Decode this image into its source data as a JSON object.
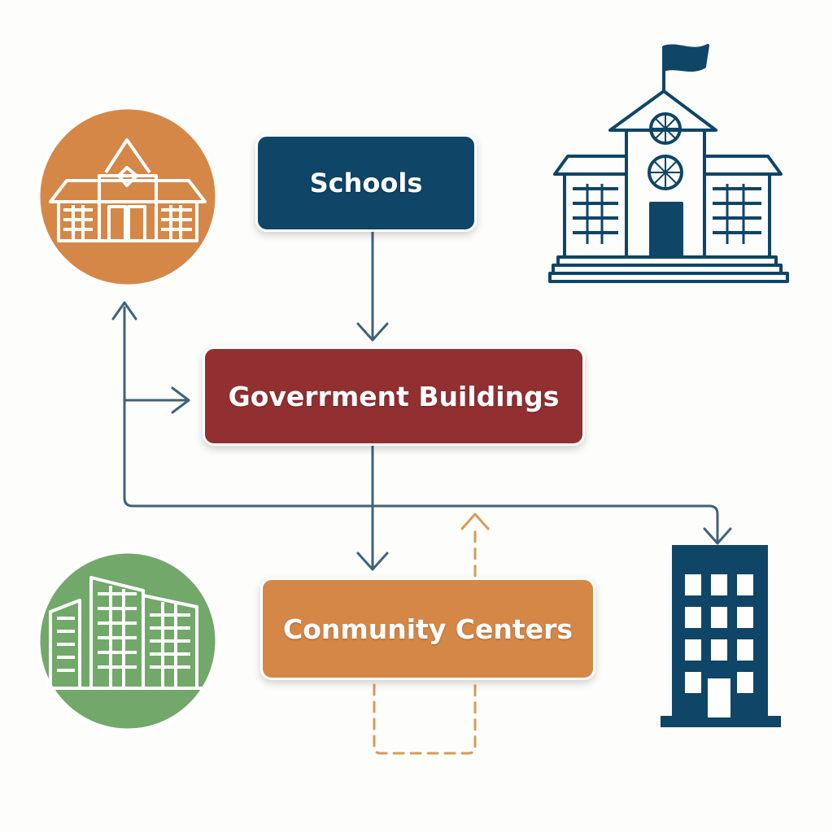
{
  "colors": {
    "navy": "#0f4566",
    "red": "#922f31",
    "orange": "#d58748",
    "green": "#72a86a",
    "connector": "#3f6279",
    "dashed": "#d79a58"
  },
  "nodes": {
    "schools": {
      "label": "Schools",
      "color": "#0f4566"
    },
    "government": {
      "label": "Goverrment Buildings",
      "color": "#922f31"
    },
    "community": {
      "label": "Conmunity Centers",
      "color": "#d58748"
    }
  },
  "icons": {
    "top_left": {
      "name": "community-house-icon",
      "circle_color": "#d58748"
    },
    "top_right": {
      "name": "school-building-icon",
      "color": "#0f4566"
    },
    "bottom_left": {
      "name": "office-buildings-icon",
      "circle_color": "#72a86a"
    },
    "bottom_right": {
      "name": "office-tower-icon",
      "color": "#0f4566"
    }
  }
}
